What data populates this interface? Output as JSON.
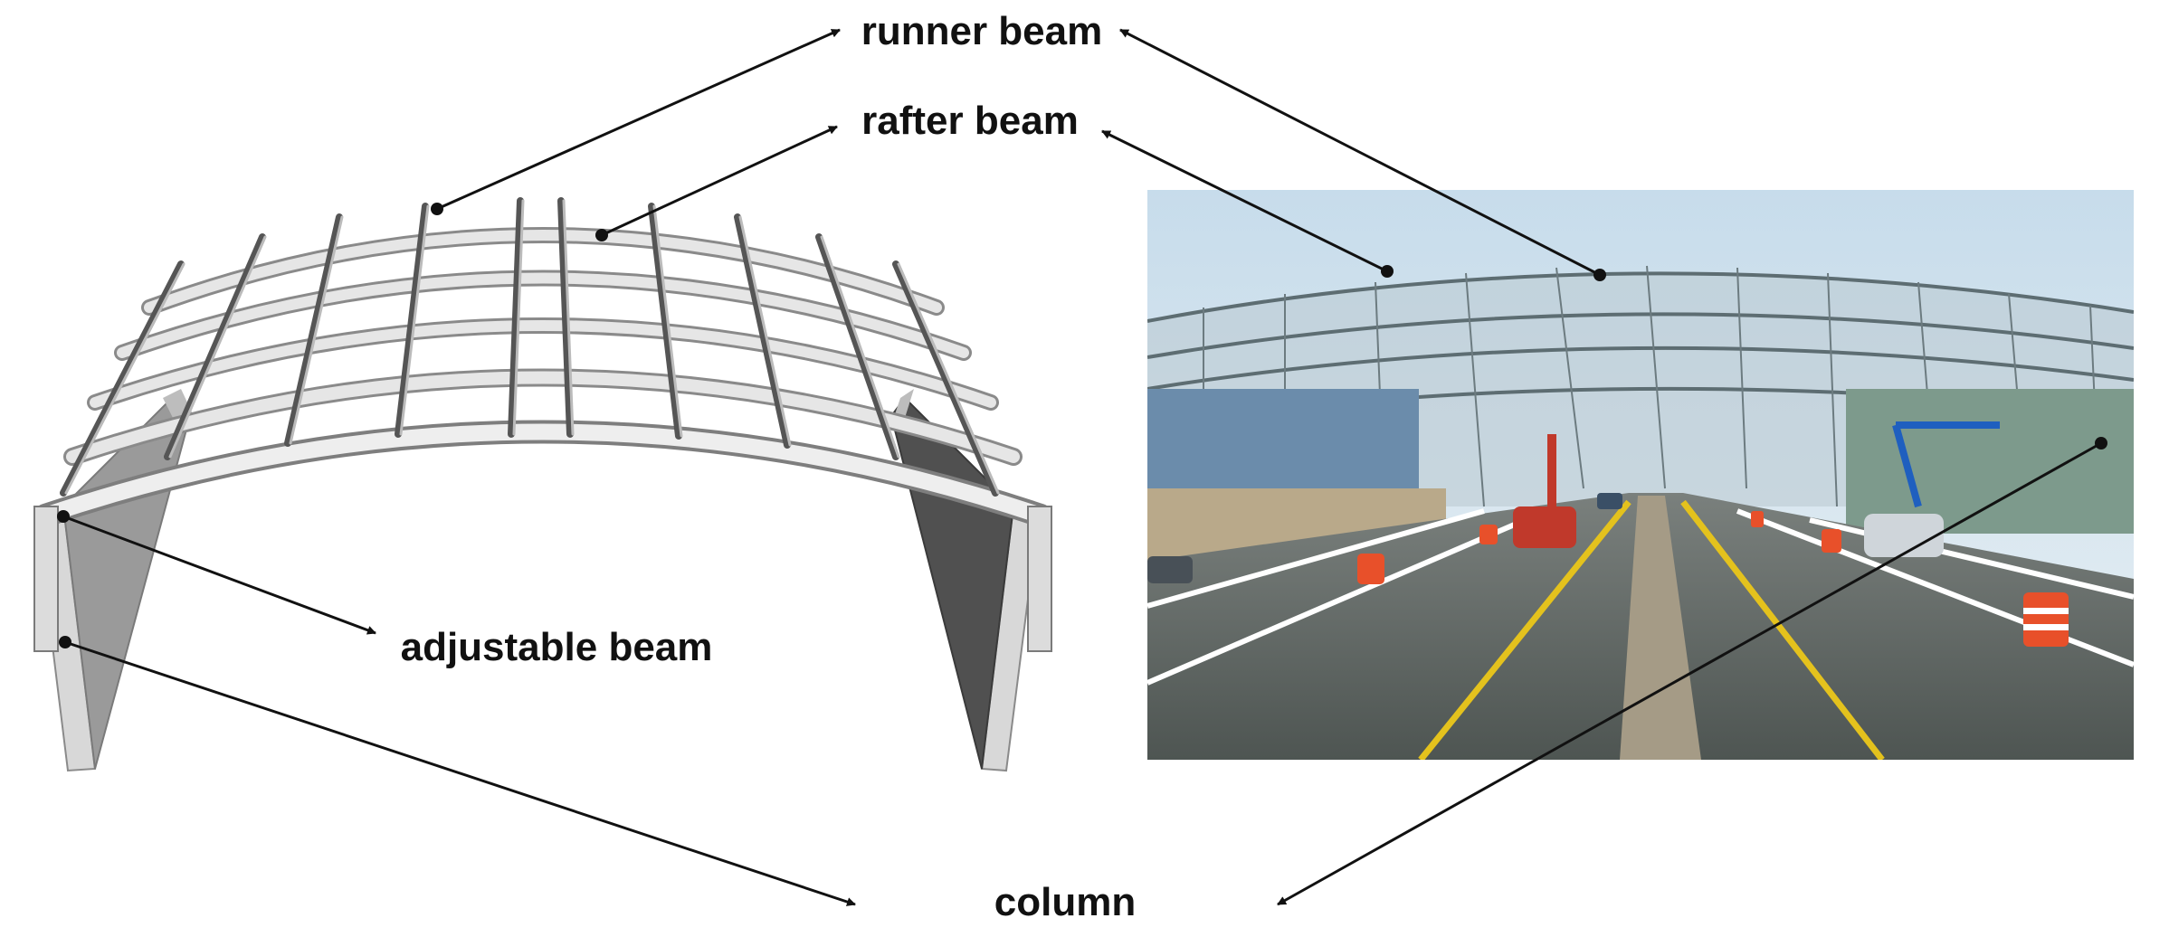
{
  "labels": {
    "runner_beam": "runner beam",
    "rafter_beam": "rafter beam",
    "adjustable_beam": "adjustable beam",
    "column": "column"
  },
  "colors": {
    "leader": "#111111",
    "beam_fill": "#e6e6e6",
    "beam_stroke": "#8a8a8a",
    "column_light": "#a6a6a6",
    "column_dark": "#555555",
    "sky": "#cfe1ee",
    "road": "#5a615e",
    "lane_yellow": "#e4c21d",
    "barrel_orange": "#e8502a"
  }
}
